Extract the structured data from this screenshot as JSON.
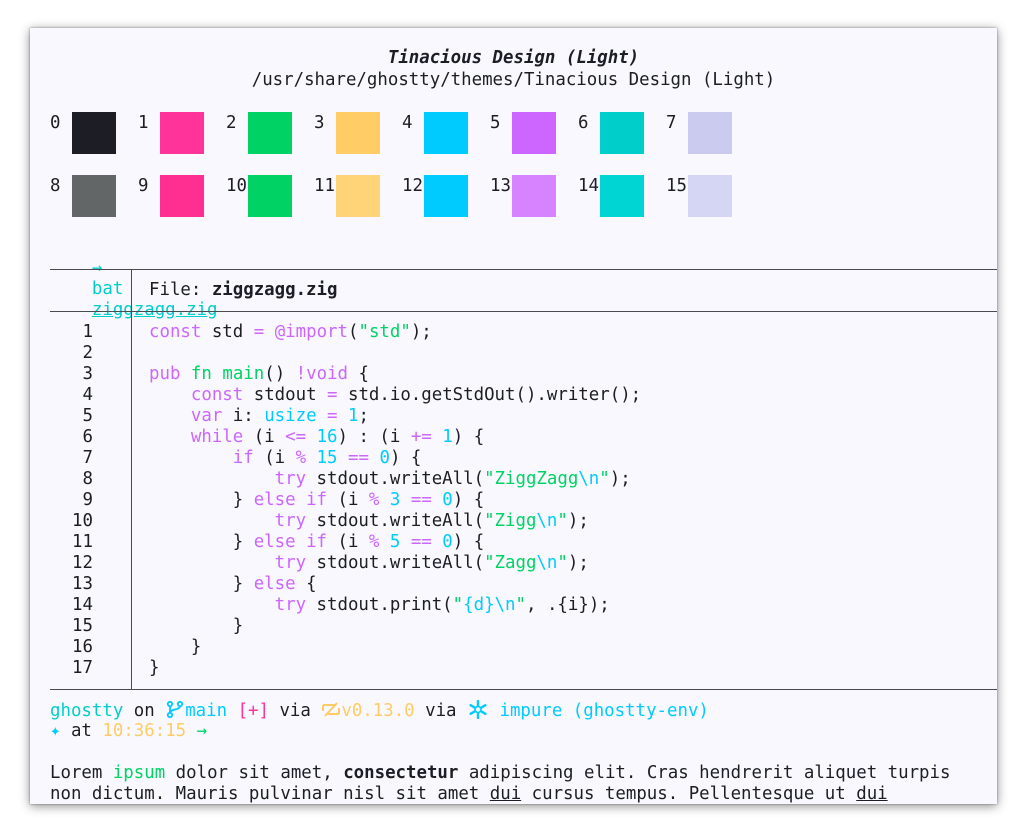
{
  "theme": {
    "name": "Tinacious Design (Light)",
    "path": "/usr/share/ghostty/themes/Tinacious Design (Light)"
  },
  "palette": [
    {
      "label": "0",
      "color": "#1d1d26"
    },
    {
      "label": "1",
      "color": "#ff3399"
    },
    {
      "label": "2",
      "color": "#00d364"
    },
    {
      "label": "3",
      "color": "#ffcc66"
    },
    {
      "label": "4",
      "color": "#00cbff"
    },
    {
      "label": "5",
      "color": "#cc66ff"
    },
    {
      "label": "6",
      "color": "#00ceca"
    },
    {
      "label": "7",
      "color": "#cbcbf0"
    },
    {
      "label": "8",
      "color": "#636667"
    },
    {
      "label": "9",
      "color": "#ff2f92"
    },
    {
      "label": "10",
      "color": "#00d364"
    },
    {
      "label": "11",
      "color": "#ffd479"
    },
    {
      "label": "12",
      "color": "#00cbff"
    },
    {
      "label": "13",
      "color": "#d783ff"
    },
    {
      "label": "14",
      "color": "#00d5d4"
    },
    {
      "label": "15",
      "color": "#d5d6f3"
    }
  ],
  "colors": {
    "background": "#f8f8fe",
    "foreground": "#1d1d26",
    "keyword": "#cc66ff",
    "string": "#00d364",
    "number": "#00cbff",
    "cyan": "#00ceca",
    "magenta": "#ff3399",
    "yellow": "#ffcc66"
  },
  "command": {
    "arrow": "→",
    "name": "bat",
    "arg": "ziggzagg.zig"
  },
  "bat": {
    "file_label": "File: ",
    "file_name": "ziggzagg.zig",
    "lines": [
      [
        {
          "t": "const",
          "c": "k"
        },
        {
          "t": " std "
        },
        {
          "t": "=",
          "c": "k"
        },
        {
          "t": " "
        },
        {
          "t": "@import",
          "c": "k"
        },
        {
          "t": "("
        },
        {
          "t": "\"std\"",
          "c": "s"
        },
        {
          "t": ");"
        }
      ],
      [],
      [
        {
          "t": "pub",
          "c": "k"
        },
        {
          "t": " "
        },
        {
          "t": "fn",
          "c": "s"
        },
        {
          "t": " "
        },
        {
          "t": "main",
          "c": "s"
        },
        {
          "t": "() "
        },
        {
          "t": "!void",
          "c": "k"
        },
        {
          "t": " {"
        }
      ],
      [
        {
          "t": "    "
        },
        {
          "t": "const",
          "c": "k"
        },
        {
          "t": " stdout "
        },
        {
          "t": "=",
          "c": "k"
        },
        {
          "t": " std.io.getStdOut().writer();"
        }
      ],
      [
        {
          "t": "    "
        },
        {
          "t": "var",
          "c": "k"
        },
        {
          "t": " i: "
        },
        {
          "t": "usize",
          "c": "n"
        },
        {
          "t": " "
        },
        {
          "t": "=",
          "c": "k"
        },
        {
          "t": " "
        },
        {
          "t": "1",
          "c": "n"
        },
        {
          "t": ";"
        }
      ],
      [
        {
          "t": "    "
        },
        {
          "t": "while",
          "c": "k"
        },
        {
          "t": " (i "
        },
        {
          "t": "<=",
          "c": "k"
        },
        {
          "t": " "
        },
        {
          "t": "16",
          "c": "n"
        },
        {
          "t": ") : (i "
        },
        {
          "t": "+=",
          "c": "k"
        },
        {
          "t": " "
        },
        {
          "t": "1",
          "c": "n"
        },
        {
          "t": ") {"
        }
      ],
      [
        {
          "t": "        "
        },
        {
          "t": "if",
          "c": "k"
        },
        {
          "t": " (i "
        },
        {
          "t": "%",
          "c": "k"
        },
        {
          "t": " "
        },
        {
          "t": "15",
          "c": "n"
        },
        {
          "t": " "
        },
        {
          "t": "==",
          "c": "k"
        },
        {
          "t": " "
        },
        {
          "t": "0",
          "c": "n"
        },
        {
          "t": ") {"
        }
      ],
      [
        {
          "t": "            "
        },
        {
          "t": "try",
          "c": "k"
        },
        {
          "t": " stdout.writeAll("
        },
        {
          "t": "\"ZiggZagg",
          "c": "s"
        },
        {
          "t": "\\n",
          "c": "n"
        },
        {
          "t": "\"",
          "c": "s"
        },
        {
          "t": ");"
        }
      ],
      [
        {
          "t": "        } "
        },
        {
          "t": "else",
          "c": "k"
        },
        {
          "t": " "
        },
        {
          "t": "if",
          "c": "k"
        },
        {
          "t": " (i "
        },
        {
          "t": "%",
          "c": "k"
        },
        {
          "t": " "
        },
        {
          "t": "3",
          "c": "n"
        },
        {
          "t": " "
        },
        {
          "t": "==",
          "c": "k"
        },
        {
          "t": " "
        },
        {
          "t": "0",
          "c": "n"
        },
        {
          "t": ") {"
        }
      ],
      [
        {
          "t": "            "
        },
        {
          "t": "try",
          "c": "k"
        },
        {
          "t": " stdout.writeAll("
        },
        {
          "t": "\"Zigg",
          "c": "s"
        },
        {
          "t": "\\n",
          "c": "n"
        },
        {
          "t": "\"",
          "c": "s"
        },
        {
          "t": ");"
        }
      ],
      [
        {
          "t": "        } "
        },
        {
          "t": "else",
          "c": "k"
        },
        {
          "t": " "
        },
        {
          "t": "if",
          "c": "k"
        },
        {
          "t": " (i "
        },
        {
          "t": "%",
          "c": "k"
        },
        {
          "t": " "
        },
        {
          "t": "5",
          "c": "n"
        },
        {
          "t": " "
        },
        {
          "t": "==",
          "c": "k"
        },
        {
          "t": " "
        },
        {
          "t": "0",
          "c": "n"
        },
        {
          "t": ") {"
        }
      ],
      [
        {
          "t": "            "
        },
        {
          "t": "try",
          "c": "k"
        },
        {
          "t": " stdout.writeAll("
        },
        {
          "t": "\"Zagg",
          "c": "s"
        },
        {
          "t": "\\n",
          "c": "n"
        },
        {
          "t": "\"",
          "c": "s"
        },
        {
          "t": ");"
        }
      ],
      [
        {
          "t": "        } "
        },
        {
          "t": "else",
          "c": "k"
        },
        {
          "t": " {"
        }
      ],
      [
        {
          "t": "            "
        },
        {
          "t": "try",
          "c": "k"
        },
        {
          "t": " stdout.print("
        },
        {
          "t": "\"",
          "c": "s"
        },
        {
          "t": "{d}",
          "c": "n"
        },
        {
          "t": "\\n",
          "c": "n"
        },
        {
          "t": "\"",
          "c": "s"
        },
        {
          "t": ", .{i});"
        }
      ],
      [
        {
          "t": "        }"
        }
      ],
      [
        {
          "t": "    }"
        }
      ],
      [
        {
          "t": "}"
        }
      ]
    ]
  },
  "prompt": {
    "dir": "ghostty",
    "on": " on ",
    "branch_icon": "git-branch-icon",
    "branch": "main",
    "status": "[+]",
    "via1": " via ",
    "zig_icon": "zig-icon",
    "version": "v0.13.0",
    "via2": " via ",
    "nix_icon": "snowflake-icon",
    "env": "impure (ghostty-env)",
    "star": "✦",
    "at": " at ",
    "time": "10:36:15",
    "arrow": "→"
  },
  "lorem": {
    "line1": [
      {
        "t": "Lorem "
      },
      {
        "t": "ipsum",
        "c": "s"
      },
      {
        "t": " dolor sit amet, "
      },
      {
        "t": "consectetur",
        "c": "b"
      },
      {
        "t": " adipiscing elit. Cras hendrerit aliquet turpis"
      }
    ],
    "line2": [
      {
        "t": "non dictum. Mauris pulvinar nisl sit amet "
      },
      {
        "t": "dui",
        "c": "u"
      },
      {
        "t": " cursus tempus. Pellentesque ut "
      },
      {
        "t": "dui",
        "c": "u"
      }
    ]
  }
}
